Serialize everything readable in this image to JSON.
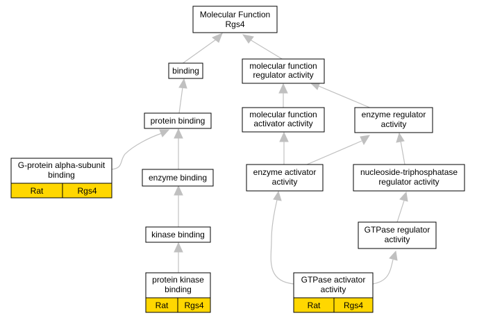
{
  "graph": {
    "title": [
      "Molecular Function",
      "Rgs4"
    ],
    "nodes": {
      "binding": [
        "binding"
      ],
      "mfr": [
        "molecular function",
        "regulator activity"
      ],
      "protein_binding": [
        "protein binding"
      ],
      "mfa": [
        "molecular function",
        "activator activity"
      ],
      "enzyme_regulator": [
        "enzyme regulator",
        "activity"
      ],
      "g_protein": [
        "G-protein alpha-subunit",
        "binding"
      ],
      "enzyme_binding": [
        "enzyme binding"
      ],
      "enzyme_activator": [
        "enzyme activator",
        "activity"
      ],
      "ntp_regulator": [
        "nucleoside-triphosphatase",
        "regulator activity"
      ],
      "kinase_binding": [
        "kinase binding"
      ],
      "gtpase_regulator": [
        "GTPase regulator",
        "activity"
      ],
      "protein_kinase_binding": [
        "protein kinase",
        "binding"
      ],
      "gtpase_activator": [
        "GTPase activator",
        "activity"
      ]
    },
    "annotations": {
      "g_protein": [
        "Rat",
        "Rgs4"
      ],
      "protein_kinase_binding": [
        "Rat",
        "Rgs4"
      ],
      "gtpase_activator": [
        "Rat",
        "Rgs4"
      ]
    }
  },
  "colors": {
    "annotation_fill": "#ffd700",
    "edge": "#c0c0c0",
    "node_border": "#000000"
  }
}
